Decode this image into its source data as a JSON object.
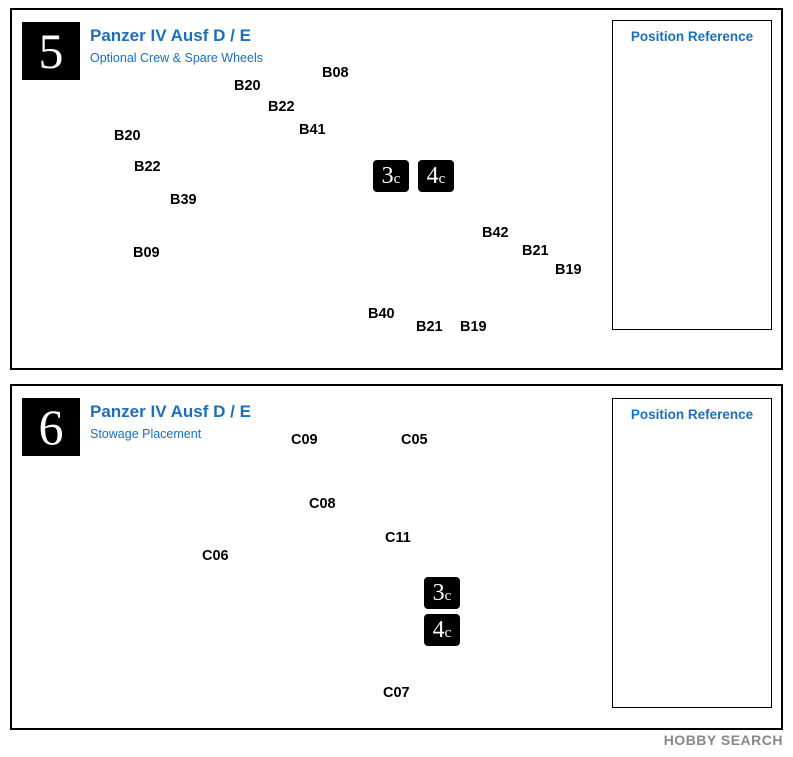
{
  "step5": {
    "number": "5",
    "title": "Panzer IV Ausf D / E",
    "subtitle": "Optional Crew & Spare Wheels",
    "badges": [
      {
        "num": "3",
        "sub": "c"
      },
      {
        "num": "4",
        "sub": "c"
      }
    ],
    "parts": [
      "B20",
      "B22",
      "B08",
      "B41",
      "B20",
      "B22",
      "B39",
      "B42",
      "B09",
      "B21",
      "B19",
      "B40",
      "B21",
      "B19"
    ],
    "position_reference": "Position Reference"
  },
  "step6": {
    "number": "6",
    "title": "Panzer IV Ausf D / E",
    "subtitle": "Stowage Placement",
    "badges": [
      {
        "num": "3",
        "sub": "c"
      },
      {
        "num": "4",
        "sub": "c"
      }
    ],
    "parts": [
      "C09",
      "C05",
      "C08",
      "C11",
      "C06",
      "C07"
    ],
    "position_reference": "Position Reference"
  },
  "watermark": "HOBBY SEARCH"
}
